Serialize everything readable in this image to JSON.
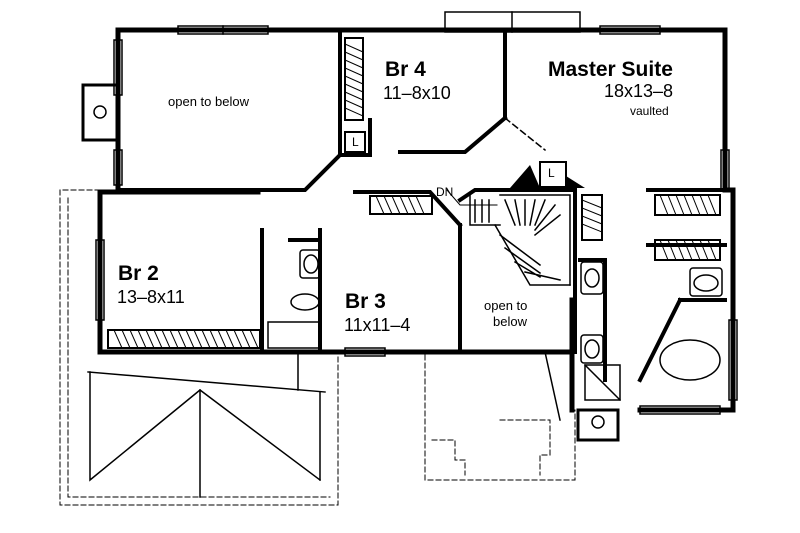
{
  "floor_plan": {
    "rooms": {
      "br4": {
        "name": "Br 4",
        "dims": "11–8x10"
      },
      "master": {
        "name": "Master Suite",
        "dims": "18x13–8",
        "note": "vaulted"
      },
      "br2": {
        "name": "Br 2",
        "dims": "13–8x11"
      },
      "br3": {
        "name": "Br 3",
        "dims": "11x11–4"
      }
    },
    "open_to_below_left": "open to below",
    "open_to_below_center": {
      "line1": "open to",
      "line2": "below"
    },
    "stair_label": "DN",
    "linen_label_left": "L",
    "linen_label_right": "L"
  }
}
